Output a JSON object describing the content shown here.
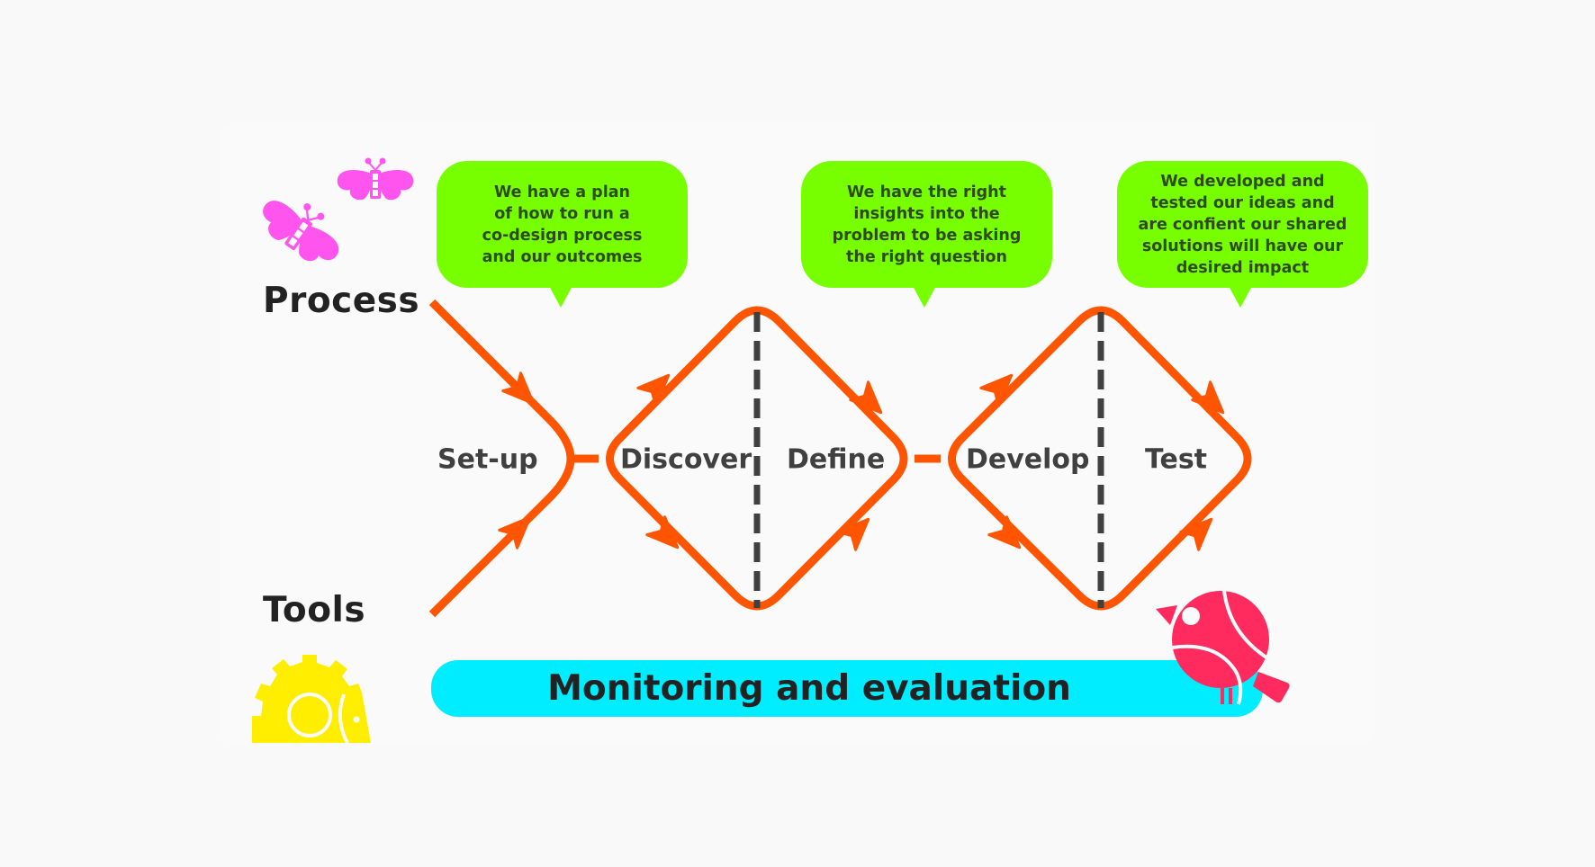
{
  "title": "Co-design process diagram",
  "row_labels": {
    "process": "Process",
    "tools": "Tools"
  },
  "bubbles": [
    {
      "text": "We have a plan\nof how to run a\nco-design process\nand our outcomes"
    },
    {
      "text": "We have the right\ninsights into the\nproblem to be asking\nthe right question"
    },
    {
      "text": "We developed and\ntested our ideas and\nare confient our shared\nsolutions will have our\ndesired impact"
    }
  ],
  "phases": [
    "Set-up",
    "Discover",
    "Define",
    "Develop",
    "Test"
  ],
  "bottom_bar": {
    "label": "Monitoring and evaluation"
  },
  "icons": {
    "process": [
      "butterfly-icon",
      "butterfly-icon"
    ],
    "tools": "gear-hedgehog-icon",
    "bar": "bird-icon"
  },
  "colors": {
    "path": "#ff5500",
    "divider": "#404040",
    "bubble": "#77ff00",
    "bar": "#00ecff",
    "butterfly": "#ff55ee",
    "gear": "#ffee00",
    "bird": "#ff2a5e"
  }
}
